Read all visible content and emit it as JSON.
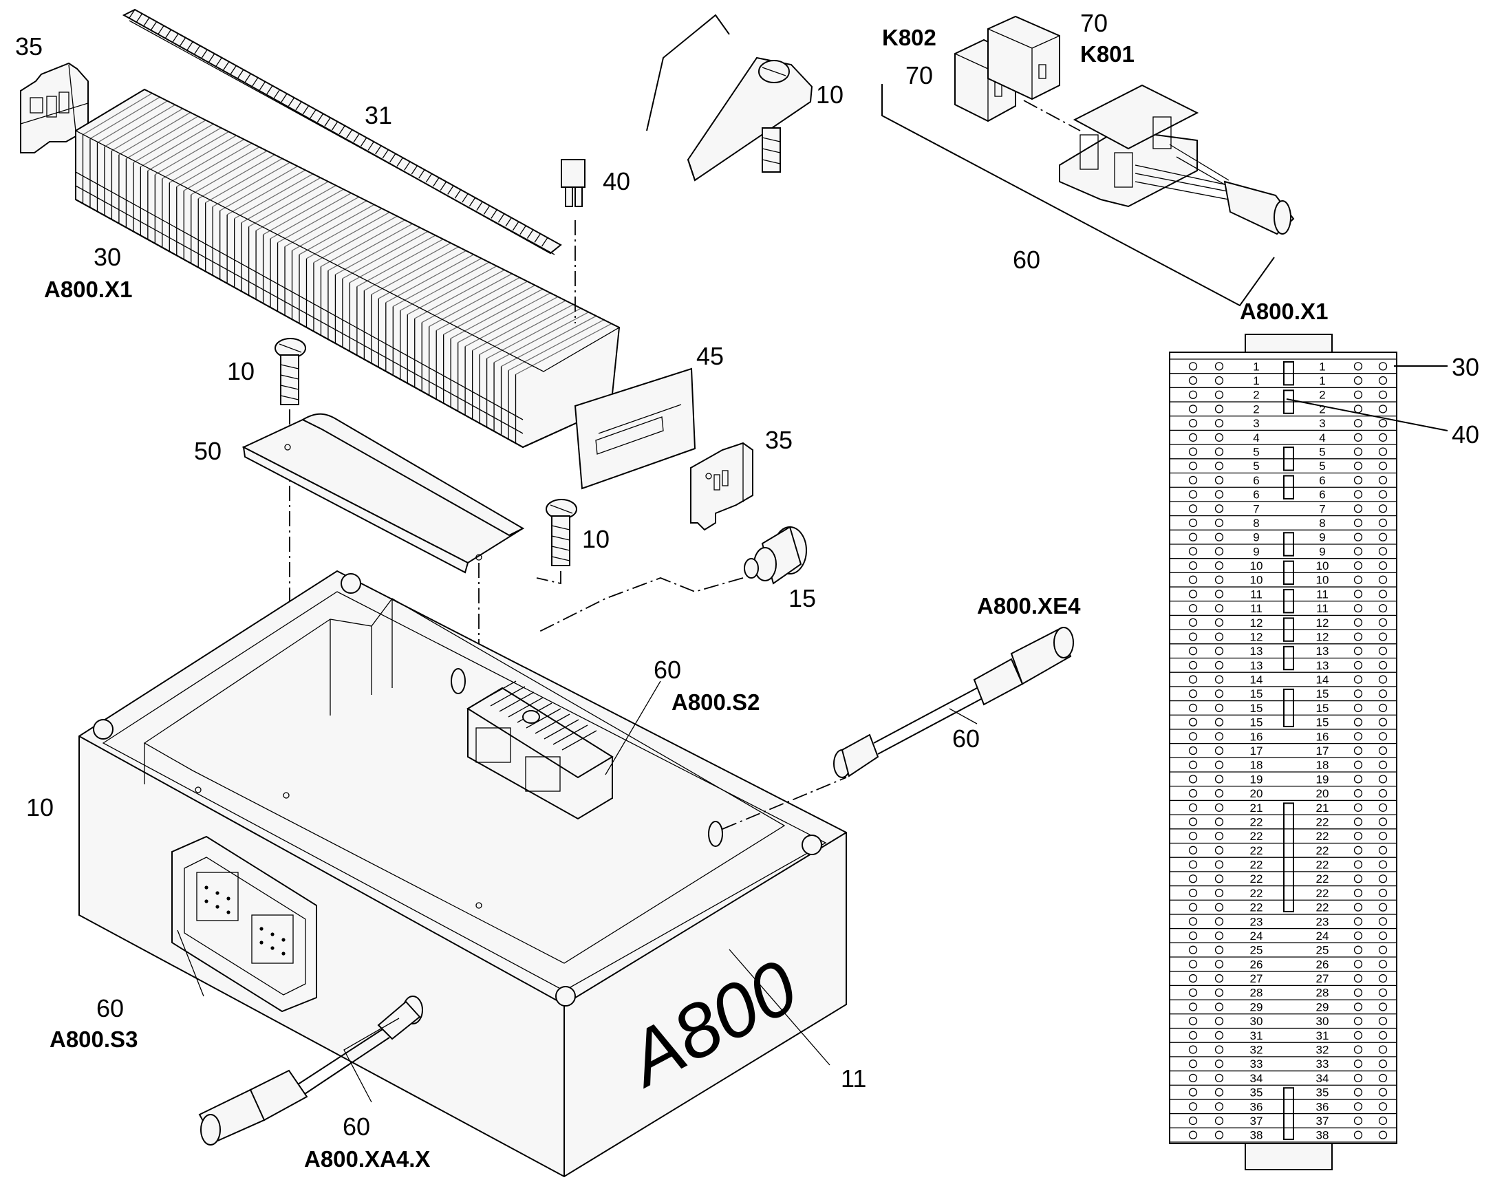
{
  "callouts": {
    "c35_top": "35",
    "c31": "31",
    "c40_top": "40",
    "c30_top": "30",
    "a800_x1_top": "A800.X1",
    "c10_screw_left": "10",
    "c50": "50",
    "c45": "45",
    "c35_mid": "35",
    "c10_screw_right": "10",
    "c15": "15",
    "c10_bracket": "10",
    "k802": "K802",
    "c70_left": "70",
    "c70_right": "70",
    "k801": "K801",
    "c60_relay": "60",
    "a800_xe4": "A800.XE4",
    "c60_xe4": "60",
    "c60_s2": "60",
    "a800_s2": "A800.S2",
    "c10_housing": "10",
    "c60_s3": "60",
    "a800_s3": "A800.S3",
    "c60_xa4": "60",
    "a800_xa4x": "A800.XA4.X",
    "c11": "11",
    "housing_marking": "A800"
  },
  "terminal_strip": {
    "title": "A800.X1",
    "label_30": "30",
    "label_40": "40",
    "rows": [
      {
        "left": "1",
        "right": "1"
      },
      {
        "left": "1",
        "right": "1"
      },
      {
        "left": "2",
        "right": "2"
      },
      {
        "left": "2",
        "right": "2"
      },
      {
        "left": "3",
        "right": "3"
      },
      {
        "left": "4",
        "right": "4"
      },
      {
        "left": "5",
        "right": "5"
      },
      {
        "left": "5",
        "right": "5"
      },
      {
        "left": "6",
        "right": "6"
      },
      {
        "left": "6",
        "right": "6"
      },
      {
        "left": "7",
        "right": "7"
      },
      {
        "left": "8",
        "right": "8"
      },
      {
        "left": "9",
        "right": "9"
      },
      {
        "left": "9",
        "right": "9"
      },
      {
        "left": "10",
        "right": "10"
      },
      {
        "left": "10",
        "right": "10"
      },
      {
        "left": "11",
        "right": "11"
      },
      {
        "left": "11",
        "right": "11"
      },
      {
        "left": "12",
        "right": "12"
      },
      {
        "left": "12",
        "right": "12"
      },
      {
        "left": "13",
        "right": "13"
      },
      {
        "left": "13",
        "right": "13"
      },
      {
        "left": "14",
        "right": "14"
      },
      {
        "left": "15",
        "right": "15"
      },
      {
        "left": "15",
        "right": "15"
      },
      {
        "left": "15",
        "right": "15"
      },
      {
        "left": "16",
        "right": "16"
      },
      {
        "left": "17",
        "right": "17"
      },
      {
        "left": "18",
        "right": "18"
      },
      {
        "left": "19",
        "right": "19"
      },
      {
        "left": "20",
        "right": "20"
      },
      {
        "left": "21",
        "right": "21"
      },
      {
        "left": "22",
        "right": "22"
      },
      {
        "left": "22",
        "right": "22"
      },
      {
        "left": "22",
        "right": "22"
      },
      {
        "left": "22",
        "right": "22"
      },
      {
        "left": "22",
        "right": "22"
      },
      {
        "left": "22",
        "right": "22"
      },
      {
        "left": "22",
        "right": "22"
      },
      {
        "left": "23",
        "right": "23"
      },
      {
        "left": "24",
        "right": "24"
      },
      {
        "left": "25",
        "right": "25"
      },
      {
        "left": "26",
        "right": "26"
      },
      {
        "left": "27",
        "right": "27"
      },
      {
        "left": "28",
        "right": "28"
      },
      {
        "left": "29",
        "right": "29"
      },
      {
        "left": "30",
        "right": "30"
      },
      {
        "left": "31",
        "right": "31"
      },
      {
        "left": "32",
        "right": "32"
      },
      {
        "left": "33",
        "right": "33"
      },
      {
        "left": "34",
        "right": "34"
      },
      {
        "left": "35",
        "right": "35"
      },
      {
        "left": "36",
        "right": "36"
      },
      {
        "left": "37",
        "right": "37"
      },
      {
        "left": "38",
        "right": "38"
      }
    ],
    "jumpers": [
      [
        0,
        1
      ],
      [
        2,
        3
      ],
      [
        6,
        7
      ],
      [
        8,
        9
      ],
      [
        12,
        13
      ],
      [
        14,
        15
      ],
      [
        16,
        17
      ],
      [
        18,
        19
      ],
      [
        20,
        21
      ],
      [
        23,
        25
      ],
      [
        31,
        38
      ],
      [
        51,
        54
      ]
    ]
  }
}
